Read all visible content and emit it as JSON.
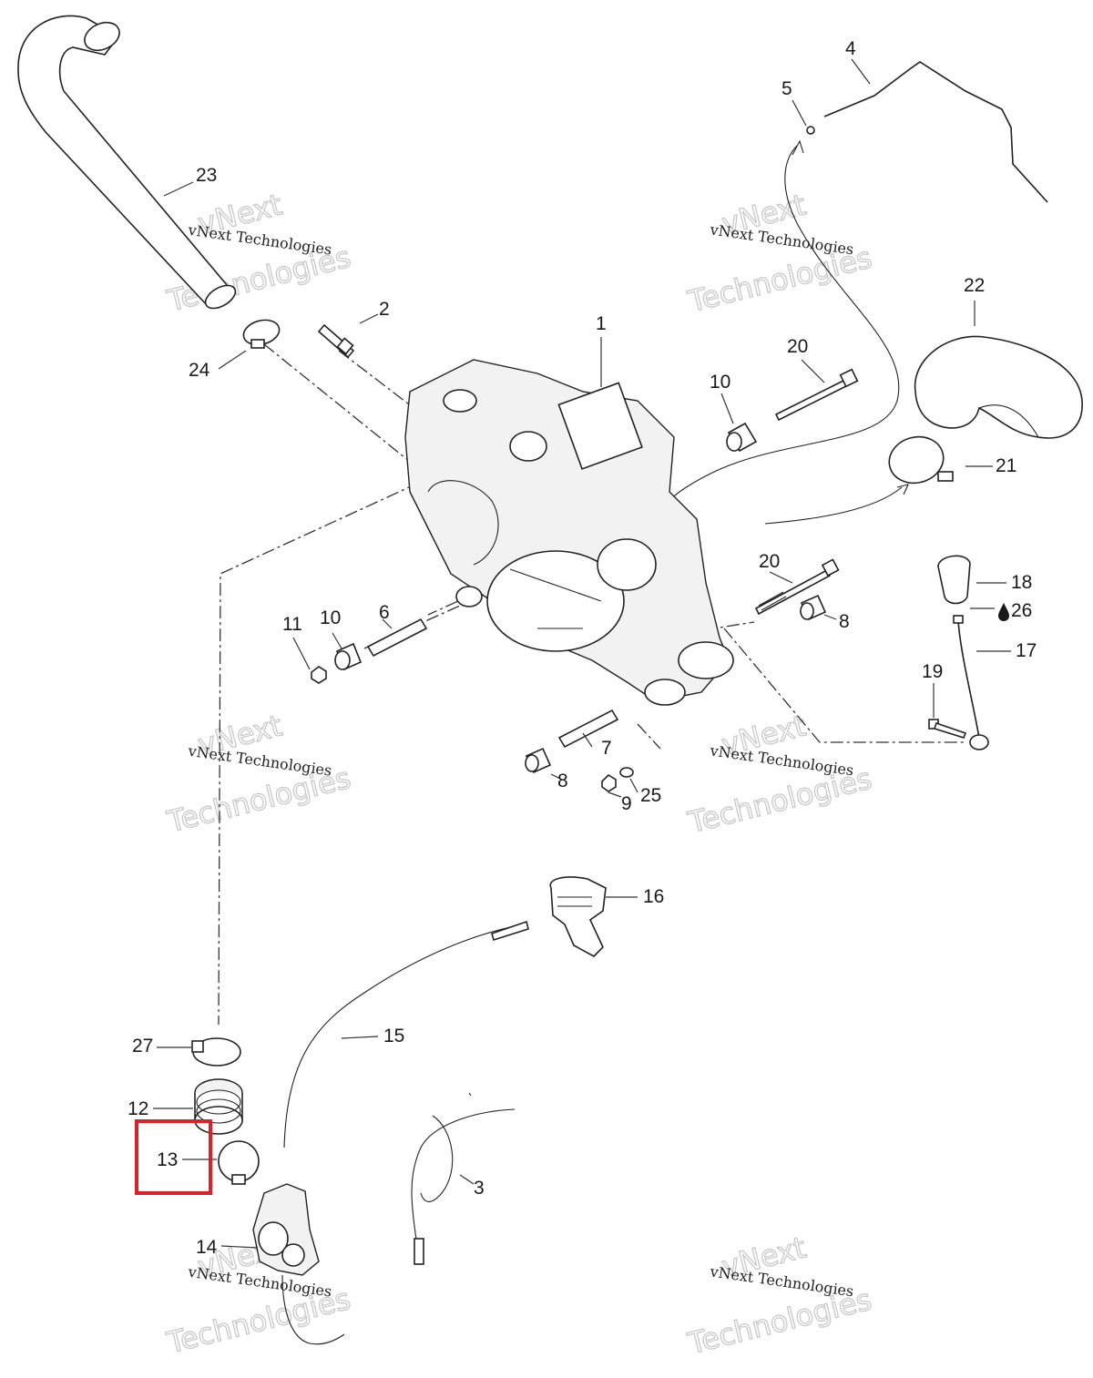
{
  "labels": {
    "p1": "1",
    "p2": "2",
    "p3": "3",
    "p4": "4",
    "p5": "5",
    "p6": "6",
    "p7": "7",
    "p8a": "8",
    "p8b": "8",
    "p9": "9",
    "p10a": "10",
    "p10b": "10",
    "p11": "11",
    "p12": "12",
    "p13": "13",
    "p14": "14",
    "p15": "15",
    "p16": "16",
    "p17": "17",
    "p18": "18",
    "p19": "19",
    "p20a": "20",
    "p20b": "20",
    "p21": "21",
    "p22": "22",
    "p23": "23",
    "p24": "24",
    "p25": "25",
    "p26": "26",
    "p27": "27"
  },
  "watermark": {
    "line1": "vNext Technologies",
    "line2": "vNext",
    "line3": "Technologies"
  },
  "highlight": {
    "part": "13",
    "color": "#d8232a"
  },
  "icons": {
    "p26_marker": "oil-drop-icon"
  }
}
